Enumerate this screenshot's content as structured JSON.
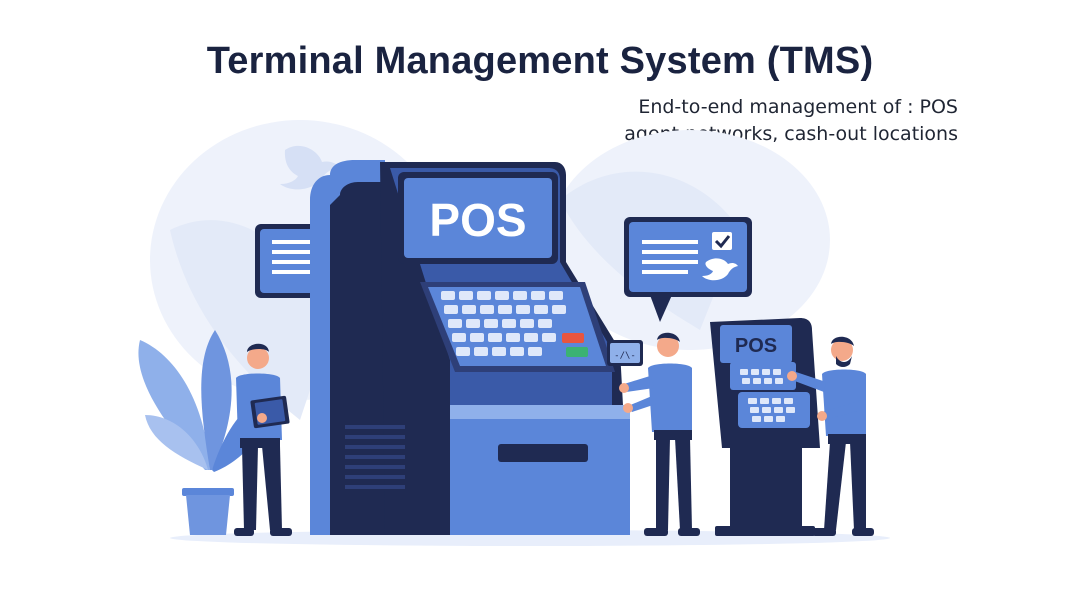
{
  "header": {
    "title": "Terminal Management System (TMS)",
    "subtitle_line1": "End-to-end management of : POS",
    "subtitle_line2": "agent networks, cash-out locations"
  },
  "terminals": {
    "large_label": "POS",
    "small_label": "POS"
  },
  "colors": {
    "navy": "#1f2a52",
    "blue": "#5b86d9",
    "light_blue": "#8fb0ea",
    "pale_blue": "#e8eefb",
    "accent_red": "#e8553f",
    "accent_green": "#3bb273"
  },
  "icons": [
    "message-bubble-icon",
    "message-bubble-check-icon",
    "bird-icon",
    "leaf-plant-icon",
    "card-reader-icon"
  ]
}
